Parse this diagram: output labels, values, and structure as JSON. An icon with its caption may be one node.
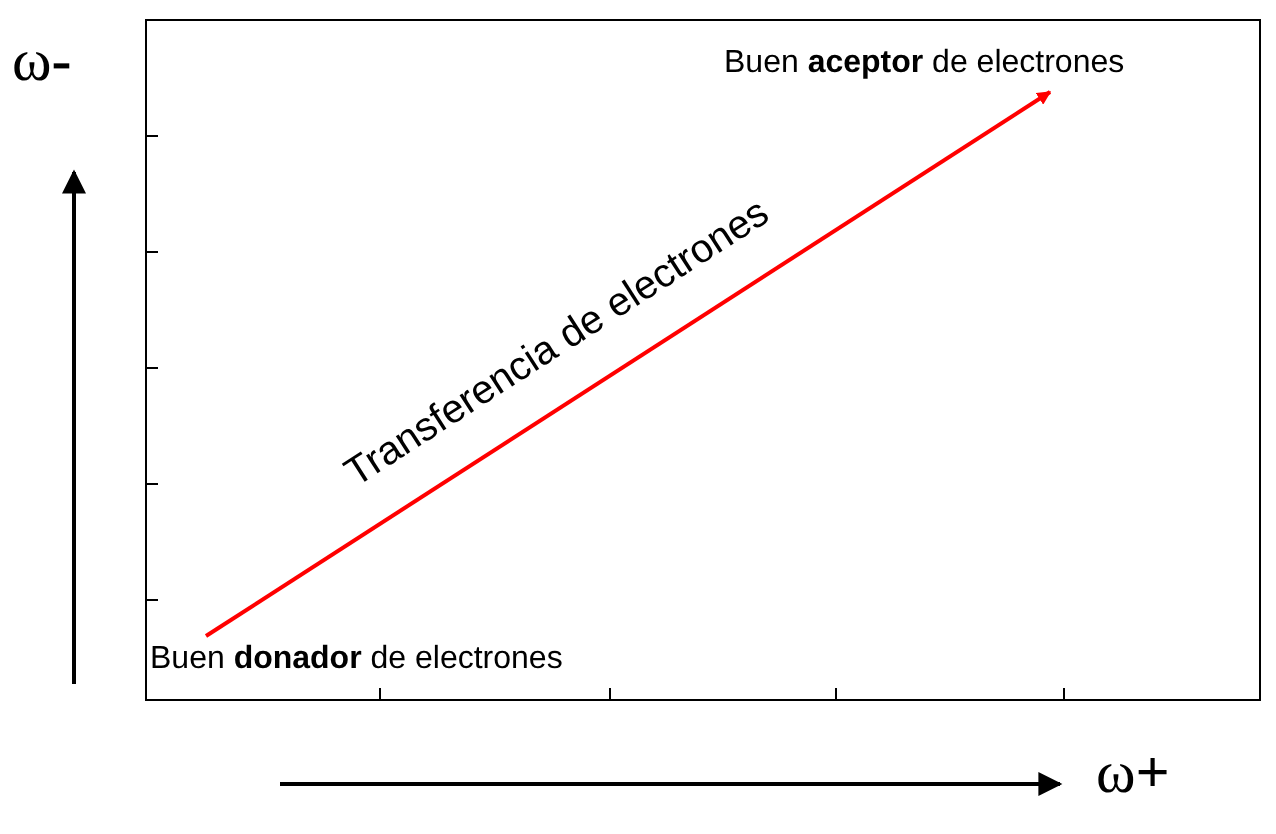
{
  "diagram": {
    "nodes": [
      {
        "text": [
          "Buen **donador** de electrones"
        ]
      },
      {
        "text": [
          "Buen **aceptor** de electrones"
        ]
      }
    ],
    "edges": [
      {
        "from": 0,
        "to": 1,
        "arrow": "to",
        "label": "Transferencia de electrones",
        "color": "#ff0000"
      }
    ],
    "labels": [
      "ω**-**",
      "ω**+**"
    ]
  }
}
